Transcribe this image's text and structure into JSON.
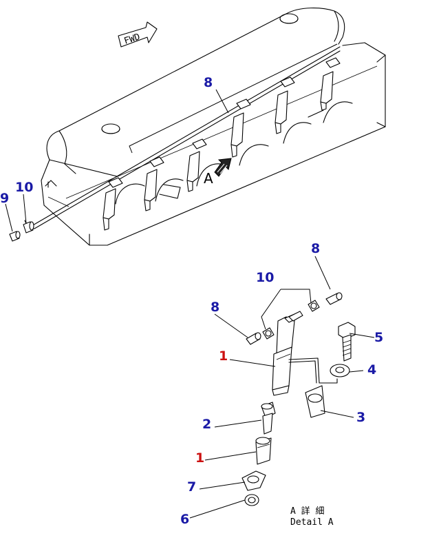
{
  "direction_tag": "FWD",
  "view_marker": "A",
  "detail_caption": {
    "line1": "A 詳 細",
    "line2": "Detail A"
  },
  "colors": {
    "callout_blue": "#1a1aa6",
    "callout_red": "#cc1111",
    "line": "#000000"
  },
  "callouts": [
    {
      "id": "c8-top",
      "label": "8",
      "color": "blue"
    },
    {
      "id": "c9",
      "label": "9",
      "color": "blue"
    },
    {
      "id": "c10-top",
      "label": "10",
      "color": "blue"
    },
    {
      "id": "c8-right",
      "label": "8",
      "color": "blue"
    },
    {
      "id": "c10-detail",
      "label": "10",
      "color": "blue"
    },
    {
      "id": "c8-left",
      "label": "8",
      "color": "blue"
    },
    {
      "id": "c5",
      "label": "5",
      "color": "blue"
    },
    {
      "id": "c1-upper",
      "label": "1",
      "color": "red"
    },
    {
      "id": "c4",
      "label": "4",
      "color": "blue"
    },
    {
      "id": "c3",
      "label": "3",
      "color": "blue"
    },
    {
      "id": "c2",
      "label": "2",
      "color": "blue"
    },
    {
      "id": "c1-lower",
      "label": "1",
      "color": "red"
    },
    {
      "id": "c7",
      "label": "7",
      "color": "blue"
    },
    {
      "id": "c6",
      "label": "6",
      "color": "blue"
    }
  ]
}
